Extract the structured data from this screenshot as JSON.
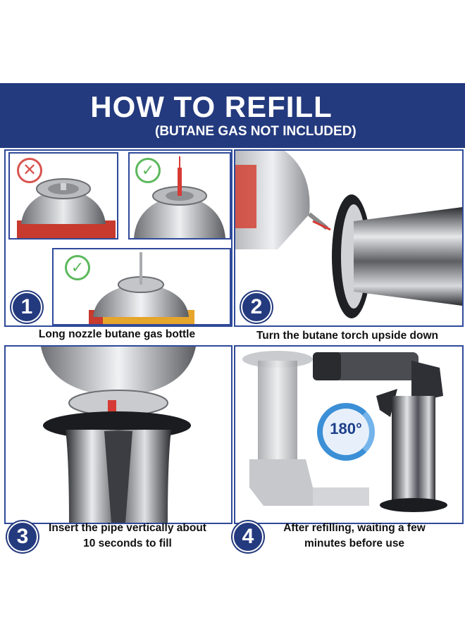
{
  "header": {
    "title": "HOW TO REFILL",
    "subtitle": "(BUTANE GAS NOT INCLUDED)"
  },
  "steps": [
    {
      "number": "1",
      "caption": "Long nozzle butane gas bottle"
    },
    {
      "number": "2",
      "caption": "Turn the butane torch upside down"
    },
    {
      "number": "3",
      "caption_line1": "Insert the pipe vertically about",
      "caption_line2": "10 seconds to fill"
    },
    {
      "number": "4",
      "caption_line1": "After refilling, waiting  a few",
      "caption_line2": "minutes before use"
    }
  ],
  "step1_marks": {
    "wrong": "x-mark-icon",
    "right": "check-mark-icon"
  },
  "rotation_badge": "180°",
  "colors": {
    "banner": "#243a7e",
    "border": "#2f4a9a",
    "badge": "#243a7e",
    "check": "#5cb85c",
    "cross": "#d9534f"
  }
}
